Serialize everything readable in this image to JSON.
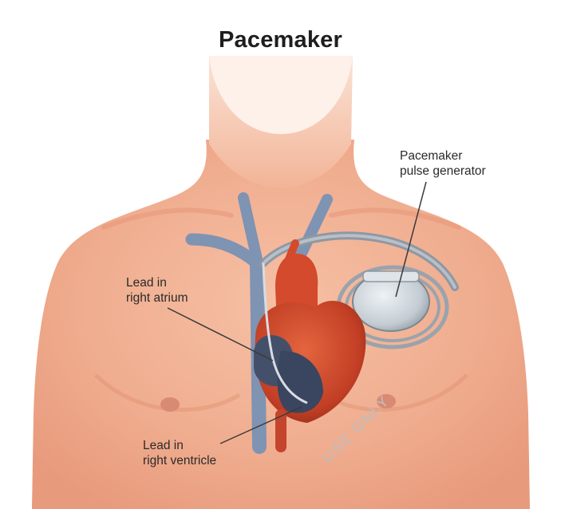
{
  "diagram": {
    "title": "Pacemaker",
    "labels": {
      "generator": [
        "Pacemaker",
        "pulse generator"
      ],
      "atrium": [
        "Lead in",
        "right atrium"
      ],
      "ventricle": [
        "Lead in",
        "right ventricle"
      ]
    },
    "watermark": "USE ONLY",
    "colors": {
      "skin": "#f2b194",
      "skin_shadow": "#e4957a",
      "vein": "#7f93b3",
      "heart": "#c8432a",
      "aorta": "#d34a2c",
      "device": "#cfd6dc",
      "lead": "#8f98a2"
    }
  }
}
